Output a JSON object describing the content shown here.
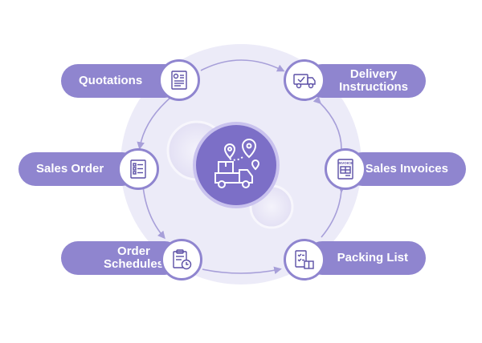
{
  "colors": {
    "accent": "#8f85cf",
    "hub": "#7c6fc7",
    "disc": "#ecebf8",
    "arrow": "#a79fd9"
  },
  "hub": {
    "icon": "delivery-truck-map-icon"
  },
  "steps": [
    {
      "id": "quotations",
      "label": "Quotations",
      "icon": "quotation-document-icon"
    },
    {
      "id": "delivery-instructions",
      "label": "Delivery\nInstructions",
      "icon": "delivery-truck-icon"
    },
    {
      "id": "sales-order",
      "label": "Sales Order",
      "icon": "order-form-icon"
    },
    {
      "id": "sales-invoices",
      "label": "Sales Invoices",
      "icon": "invoice-icon"
    },
    {
      "id": "order-schedules",
      "label": "Order\nSchedules",
      "icon": "schedule-clipboard-icon"
    },
    {
      "id": "packing-list",
      "label": "Packing List",
      "icon": "packing-checklist-icon"
    }
  ],
  "invoice_text": "INVOICE"
}
